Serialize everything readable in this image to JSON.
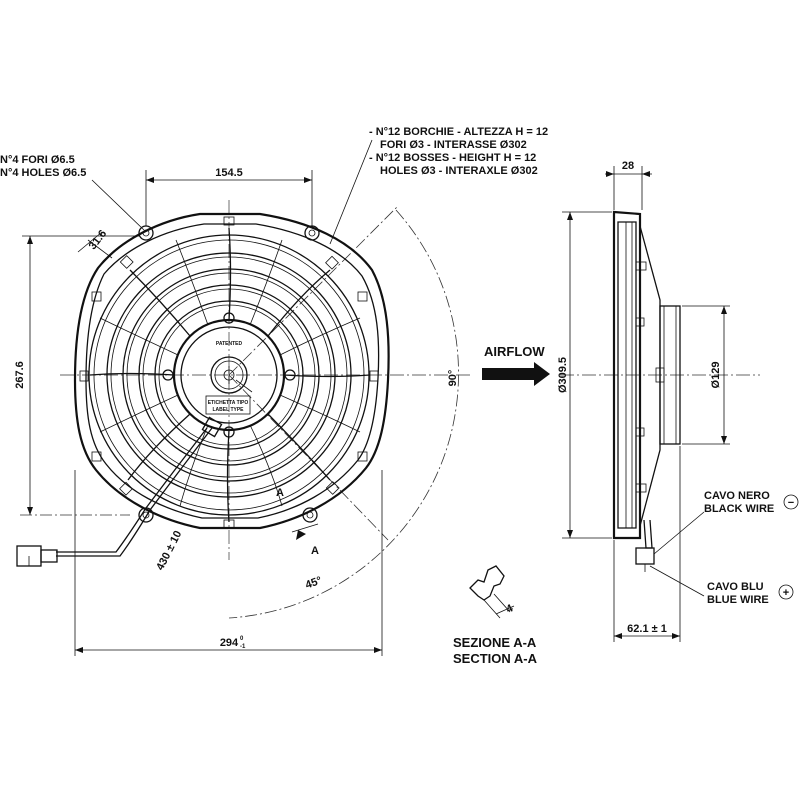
{
  "front_view": {
    "holes_note_it": "N°4 FORI Ø6.5",
    "holes_note_en": "N°4 HOLES Ø6.5",
    "bosses_note_line1": "- N°12 BORCHIE - ALTEZZA H = 12",
    "bosses_note_line2": "FORI Ø3 - INTERASSE Ø302",
    "bosses_note_line3": "- N°12 BOSSES - HEIGHT H = 12",
    "bosses_note_line4": "HOLES Ø3 - INTERAXLE Ø302",
    "dim_hole_spacing": "154.5",
    "dim_hole_offset": "31.6",
    "dim_vertical": "267.6",
    "dim_angle_90": "90°",
    "dim_angle_45": "45°",
    "dim_cable": "430 ± 10",
    "dim_width_value": "294",
    "dim_width_tol_upper": "0",
    "dim_width_tol_lower": "-1",
    "hub_label_patented": "PATENTED",
    "hub_label_type_it": "ETICHETTA TIPO",
    "hub_label_type_en": "LABEL TYPE",
    "section_marker": "A"
  },
  "airflow_label": "AIRFLOW",
  "side_view": {
    "dim_depth_top": "28",
    "dim_diameter": "Ø309.5",
    "dim_motor_diameter": "Ø129",
    "dim_depth_bottom": "62.1 ± 1",
    "black_wire_it": "CAVO NERO",
    "black_wire_en": "BLACK WIRE",
    "black_wire_polarity": "−",
    "blue_wire_it": "CAVO BLU",
    "blue_wire_en": "BLUE WIRE",
    "blue_wire_polarity": "+"
  },
  "section_view": {
    "dim_boss": "4",
    "title_it": "SEZIONE A-A",
    "title_en": "SECTION A-A"
  }
}
